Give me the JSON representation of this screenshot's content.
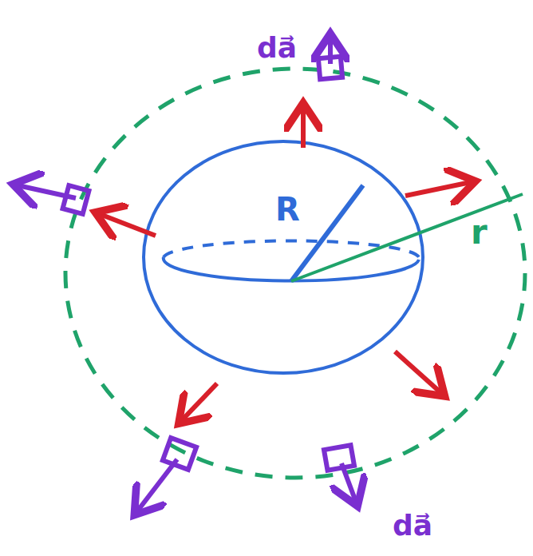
{
  "diagram": {
    "labels": [
      "R",
      "r",
      "da⃗",
      "da⃗"
    ]
  }
}
